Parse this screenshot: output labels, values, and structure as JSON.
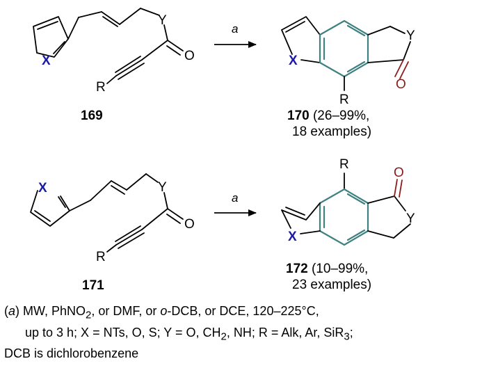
{
  "scheme": {
    "arrow_label": "a",
    "atoms": {
      "x": "X",
      "y": "Y",
      "o": "O",
      "r": "R"
    },
    "compounds": [
      {
        "id": "169",
        "yield": ""
      },
      {
        "id": "170",
        "yield": " (26–99%,",
        "yield_line2": "18 examples)"
      },
      {
        "id": "171",
        "yield": ""
      },
      {
        "id": "172",
        "yield": " (10–99%,",
        "yield_line2": "23 examples)"
      }
    ]
  },
  "footnote": {
    "condition_label": "a",
    "line1_a": "MW, PhNO",
    "line1_sub": "2",
    "line1_b": ", or DMF, or  ",
    "line1_italic": "o",
    "line1_c": "-DCB, or DCE, 120–225°C,",
    "line2_a": "up to 3 h; X = NTs, O, S; Y = O, CH",
    "line2_sub1": "2",
    "line2_b": ", NH; R = Alk, Ar, SiR",
    "line2_sub2": "3",
    "line2_c": ";",
    "line3": "DCB is dichlorobenzene"
  }
}
